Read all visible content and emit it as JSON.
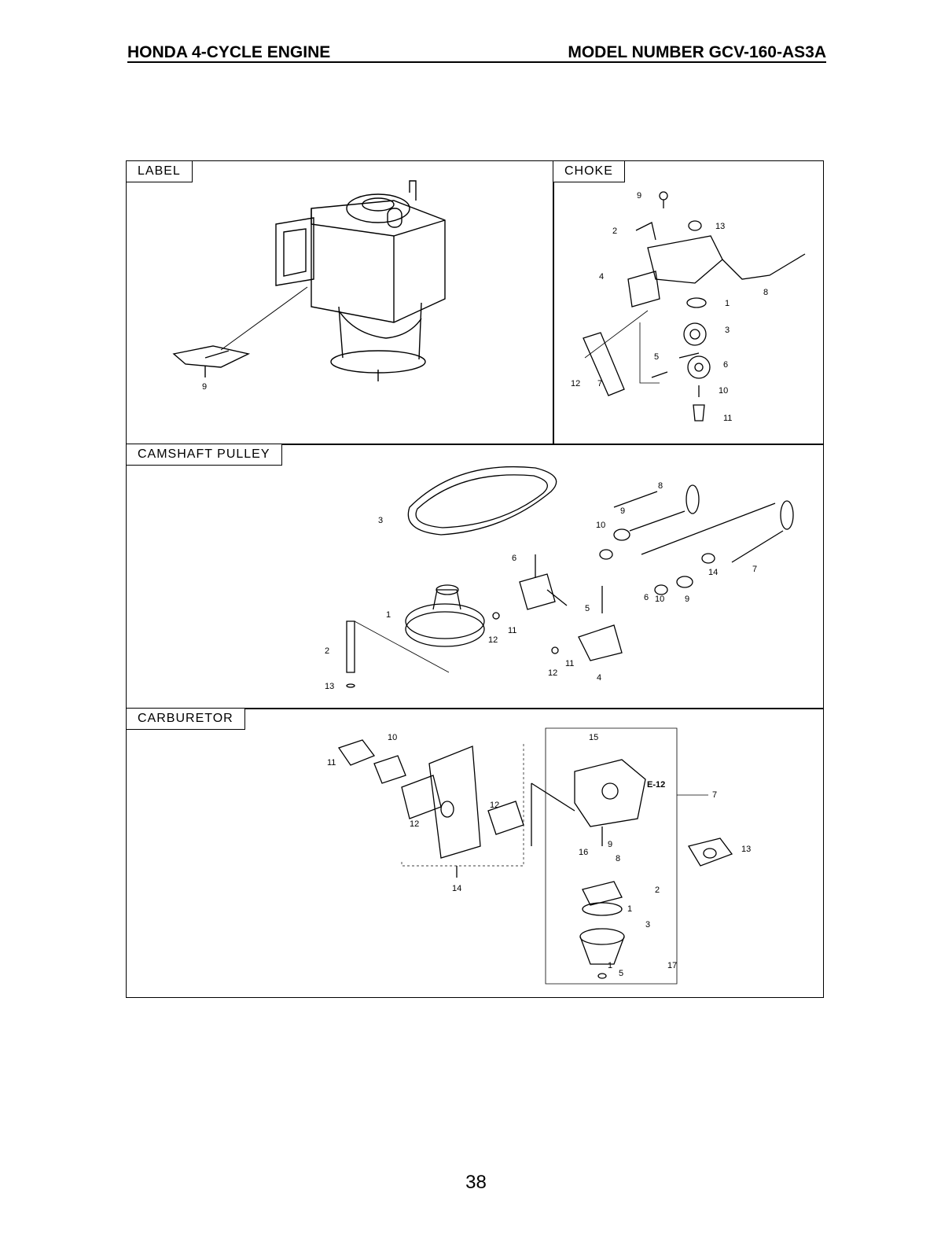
{
  "header": {
    "left": "HONDA 4-CYCLE ENGINE",
    "right": "MODEL NUMBER GCV-160-AS3A"
  },
  "sections": {
    "label": {
      "title": "LABEL",
      "callouts": [
        "9"
      ]
    },
    "choke": {
      "title": "CHOKE",
      "callouts": [
        "9",
        "13",
        "2",
        "8",
        "4",
        "1",
        "3",
        "5",
        "6",
        "12",
        "7",
        "10",
        "11"
      ]
    },
    "camshaft": {
      "title": "CAMSHAFT PULLEY",
      "callouts": [
        "3",
        "8",
        "9",
        "10",
        "7",
        "14",
        "9",
        "10",
        "6",
        "5",
        "6",
        "1",
        "11",
        "12",
        "2",
        "11",
        "12",
        "4",
        "13"
      ]
    },
    "carburetor": {
      "title": "CARBURETOR",
      "callouts": [
        "10",
        "11",
        "12",
        "12",
        "14",
        "15",
        "E-12",
        "7",
        "9",
        "16",
        "8",
        "13",
        "2",
        "1",
        "3",
        "17",
        "5",
        "1"
      ]
    }
  },
  "page_number": "38"
}
